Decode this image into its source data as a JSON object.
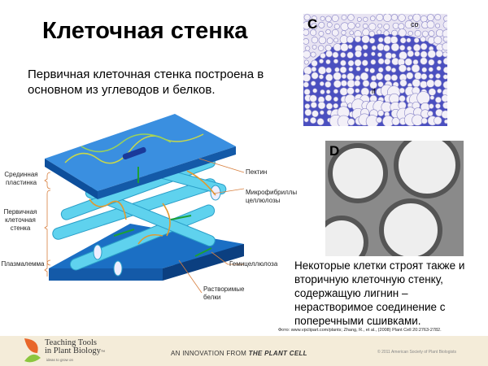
{
  "slide": {
    "title": "Клеточная стенка",
    "intro": "Первичная клеточная стенка построена в основном из углеводов и белков.",
    "caption": "Некоторые клетки строят также и вторичную клеточную стенку, содержащую лигнин – нерастворимое соединение с поперечными сшивками.",
    "credit": "Фото: www.vpclipart.com/plants; Zhang, R., et al., (2008) Plant Cell 20:2763-2782."
  },
  "diagram": {
    "labels": {
      "middle_lamella": "Срединная пластинка",
      "primary_wall": "Первичная клеточная стенка",
      "plasmalemma": "Плазмалемма",
      "pectin": "Пектин",
      "microfibrils": "Микрофибриллы целлюлозы",
      "hemicellulose": "Гемицеллюлоза",
      "soluble_proteins": "Растворимые белки"
    }
  },
  "micrographs": {
    "c": {
      "letter": "C",
      "label_co": "co",
      "label_if": "if"
    },
    "d": {
      "letter": "D"
    }
  },
  "footer": {
    "brand_line1": "Teaching Tools",
    "brand_line2": "in Plant Biology",
    "brand_tm": "™",
    "tagline": "ideas to grow on",
    "innovation_prefix": "AN INNOVATION FROM",
    "innovation_source": "THE PLANT CELL",
    "copyright": "© 2011 American Society of Plant Biologists"
  },
  "colors": {
    "footer_bg": "#f4ecd9",
    "wall_blue": "#1b6fc4",
    "fibril_cyan": "#5fd2ee",
    "leaf_orange": "#e8662a",
    "leaf_green": "#8cc63f"
  }
}
